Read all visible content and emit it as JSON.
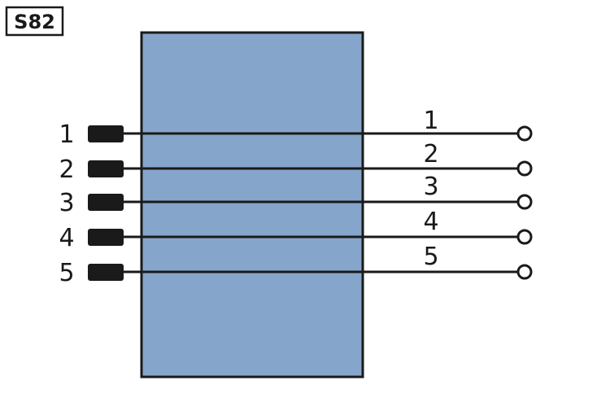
{
  "title": "S82",
  "colors": {
    "box_fill": "#86A5CB",
    "stroke": "#1a1a1a",
    "pin_fill": "#1a1a1a",
    "terminal_fill": "#ffffff",
    "background": "#ffffff"
  },
  "pins": [
    {
      "left_label": "1",
      "right_label": "1"
    },
    {
      "left_label": "2",
      "right_label": "2"
    },
    {
      "left_label": "3",
      "right_label": "3"
    },
    {
      "left_label": "4",
      "right_label": "4"
    },
    {
      "left_label": "5",
      "right_label": "5"
    }
  ]
}
